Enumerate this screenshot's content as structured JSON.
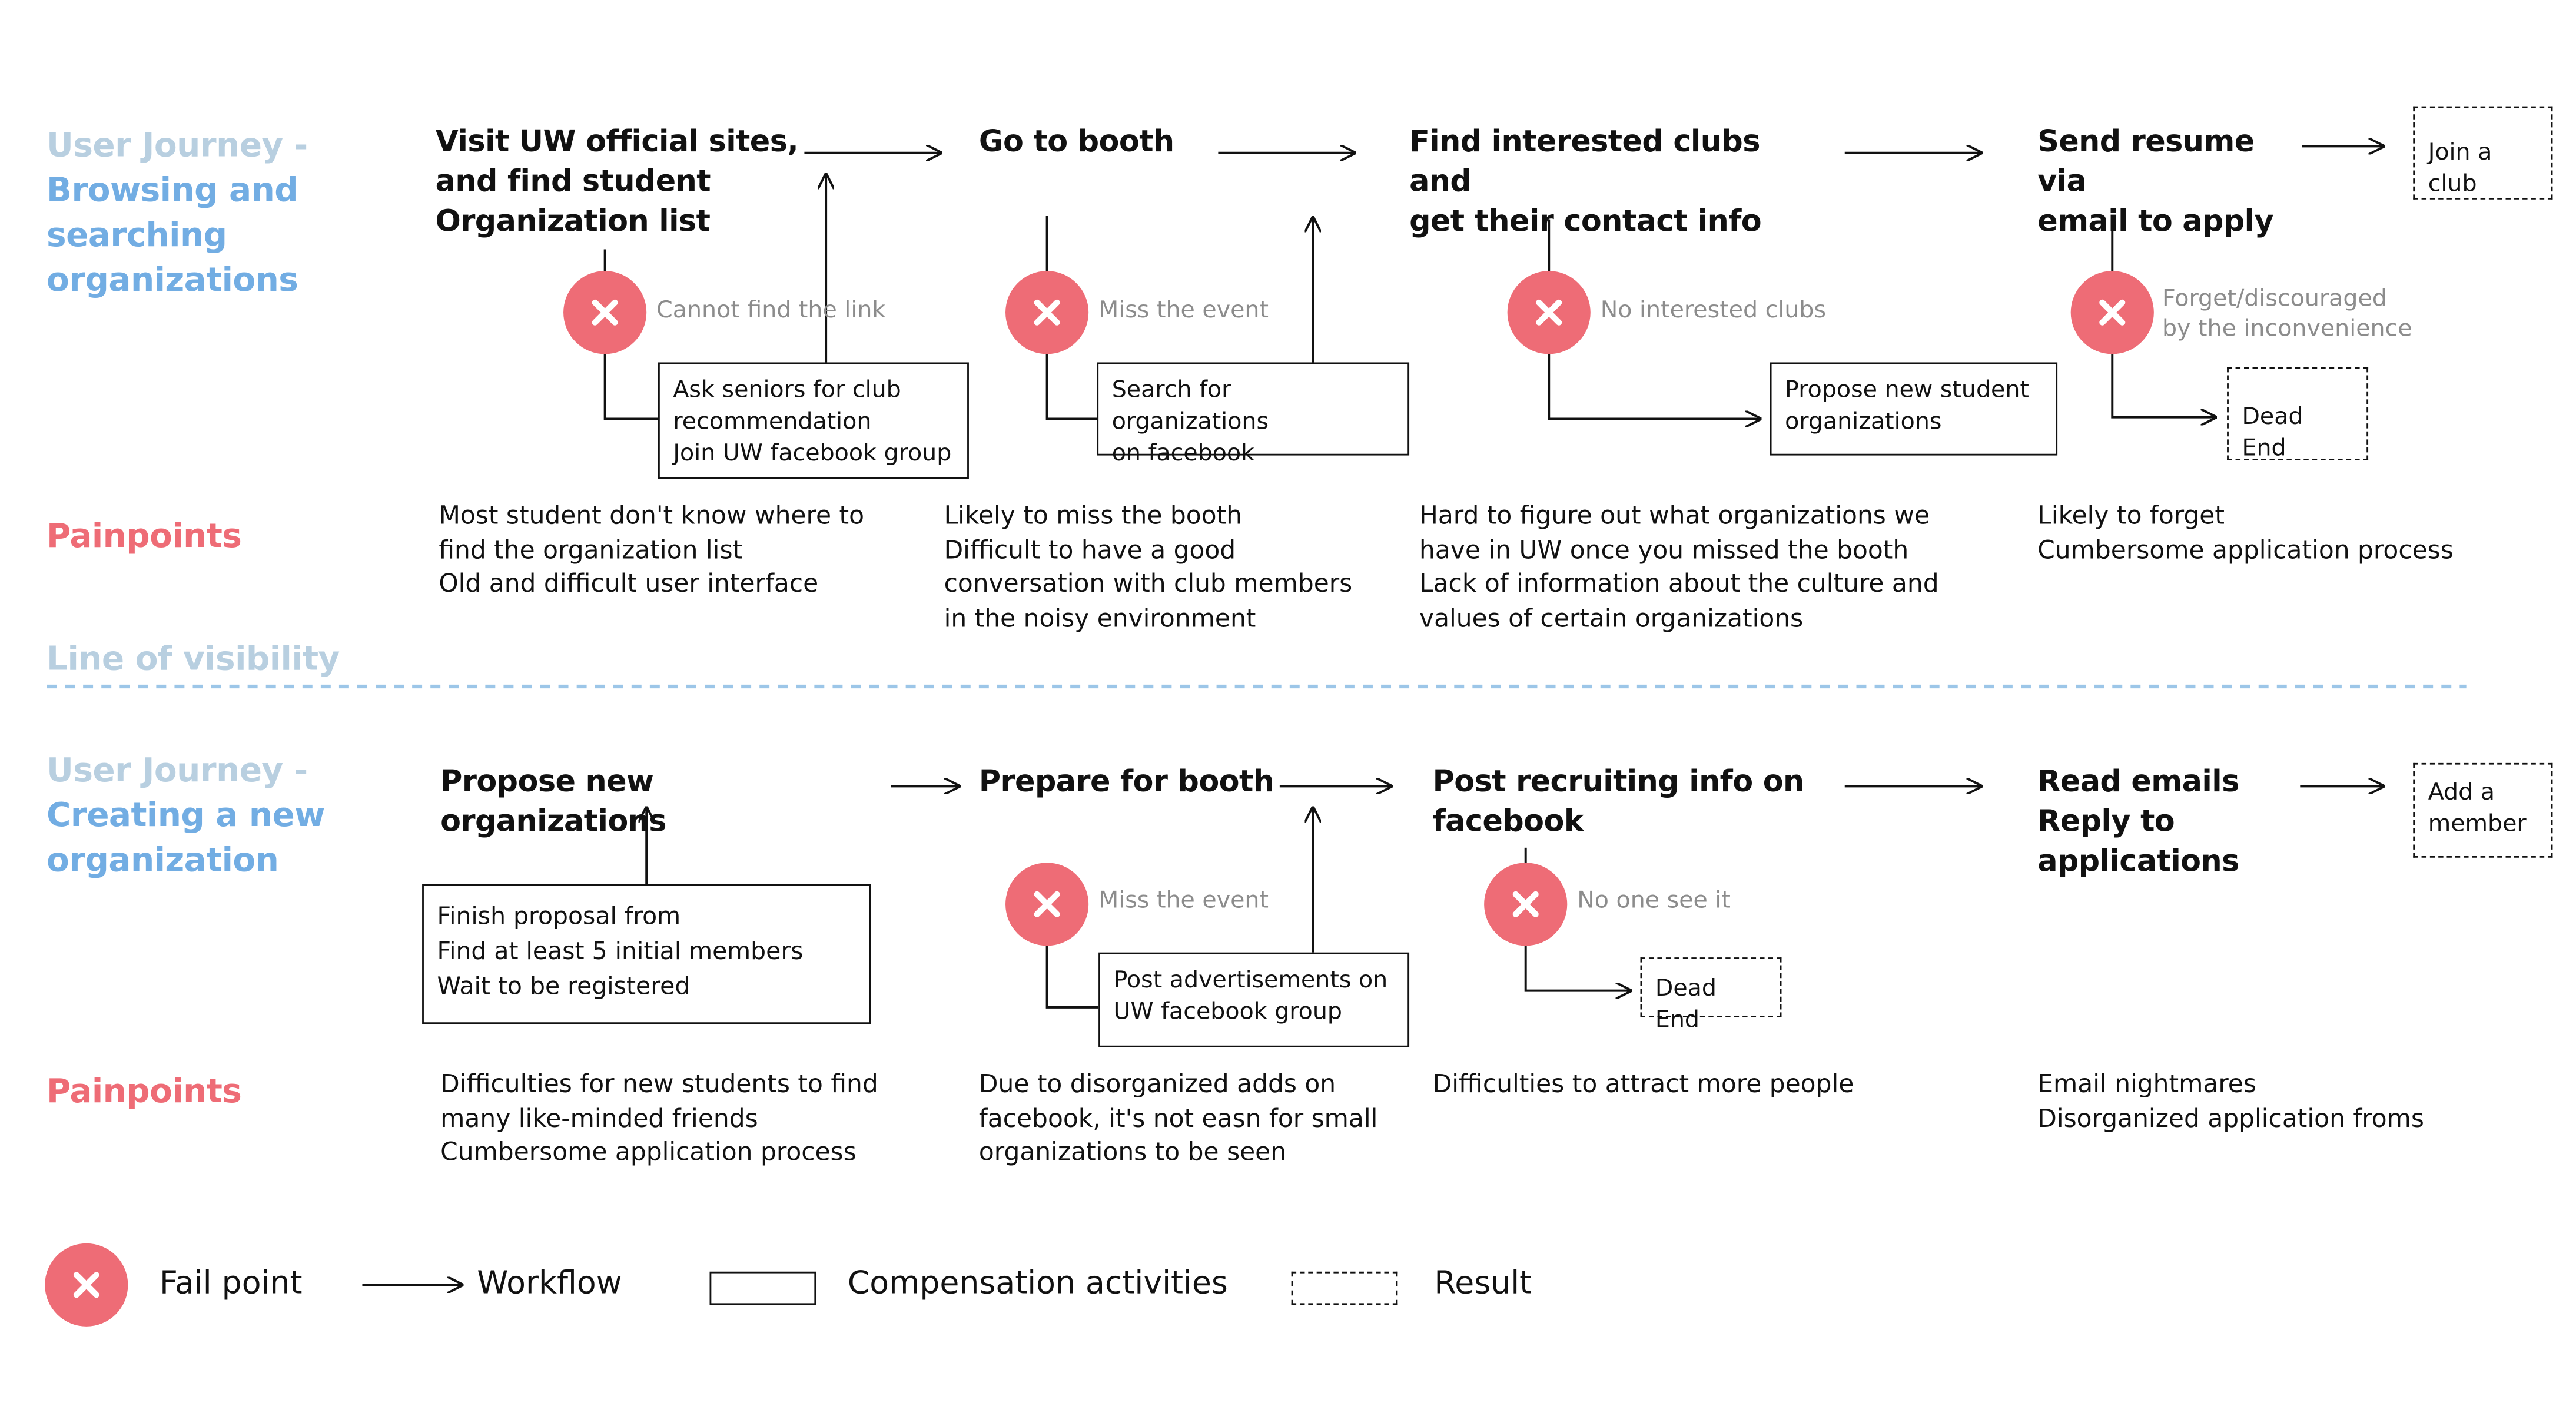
{
  "lanes": {
    "browsing": {
      "title_prefix": "User Journey -",
      "title_main": "Browsing and searching organizations",
      "steps": [
        "Visit UW official sites,\nand find student\nOrganization list",
        "Go to booth",
        "Find interested clubs and\nget their contact info",
        "Send resume via\nemail to apply"
      ],
      "result": "Join a club",
      "fails": [
        "Cannot find the link",
        "Miss the event",
        "No interested clubs",
        "Forget/discouraged\nby the inconvenience"
      ],
      "compensations": [
        "Ask seniors for club\nrecommendation\nJoin UW facebook group",
        "Search for organizations\non facebook",
        "Propose new student\norganizations"
      ],
      "dead_end": "Dead End",
      "painpoints_label": "Painpoints",
      "painpoints": [
        "Most student don't know where to\nfind the organization list\nOld and difficult user interface",
        "Likely to miss the booth\nDifficult to have a good\nconversation with club members\nin the noisy environment",
        "Hard to figure out what organizations we\nhave in UW once you missed the booth\nLack of information about the culture and\nvalues of certain organizations",
        "Likely to forget\nCumbersome application process"
      ]
    },
    "visibility_label": "Line of visibility",
    "creating": {
      "title_prefix": "User Journey -",
      "title_main": "Creating a new organization",
      "steps": [
        "Propose new organizations",
        "Prepare for booth",
        "Post recruiting info on\nfacebook",
        "Read emails\nReply to\napplications"
      ],
      "result": "Add a\nmember",
      "fails": [
        "Miss the event",
        "No one see it"
      ],
      "compensations": [
        "Finish proposal from\nFind at least 5 initial members\nWait to be registered",
        "Post advertisements on\nUW facebook group"
      ],
      "dead_end": "Dead End",
      "painpoints_label": "Painpoints",
      "painpoints": [
        "Difficulties for new students to find\nmany like-minded friends\nCumbersome application process",
        "Due to disorganized adds on\nfacebook, it's not easn for small\norganizations to be seen",
        "Difficulties to attract more people",
        "Email nightmares\nDisorganized application froms"
      ]
    }
  },
  "legend": {
    "fail_point": "Fail point",
    "workflow": "Workflow",
    "compensation": "Compensation activities",
    "result": "Result"
  },
  "colors": {
    "fail_red": "#ee6c76",
    "lane_blue": "#72ade3",
    "muted_blue": "#b8cfe0",
    "fail_text_gray": "#8c8c8c"
  },
  "icons": {
    "fail": "x-mark-circle-icon",
    "arrow": "arrow-right-icon"
  }
}
